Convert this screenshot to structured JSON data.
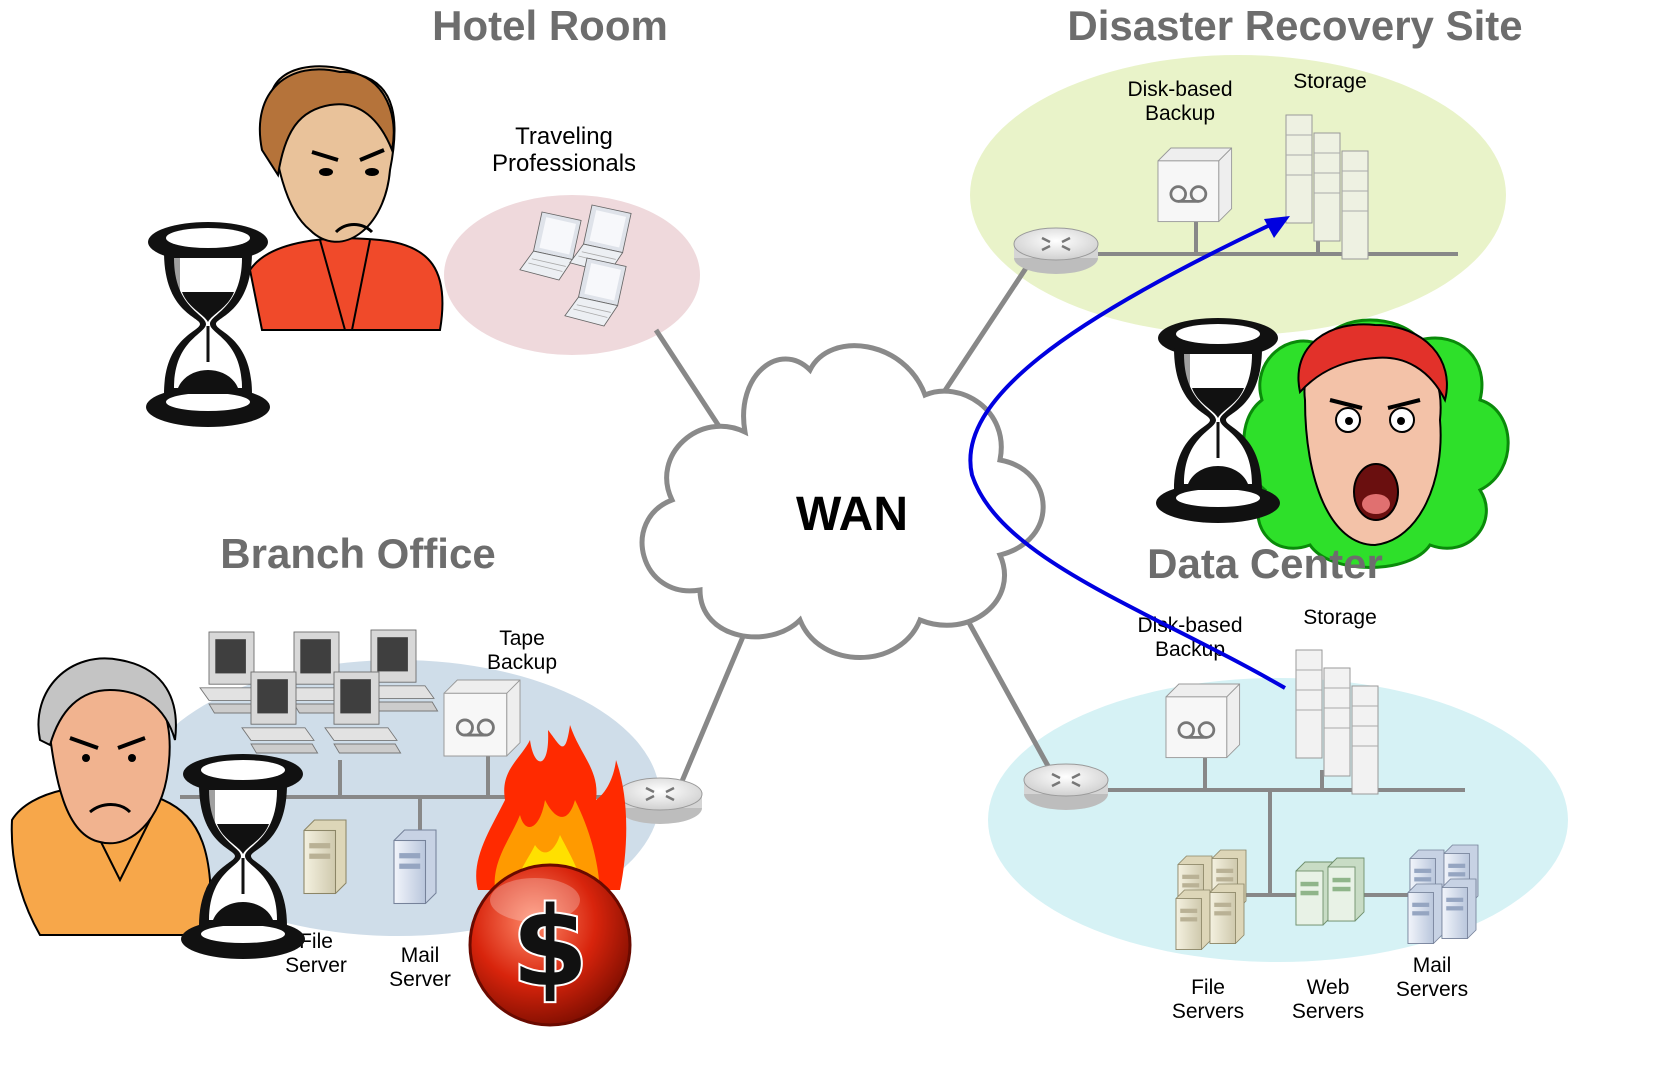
{
  "sites": {
    "hotel": {
      "title": "Hotel Room",
      "traveling": [
        "Traveling",
        "Professionals"
      ]
    },
    "dr": {
      "title": "Disaster Recovery Site",
      "disk_backup": [
        "Disk-based",
        "Backup"
      ],
      "storage": "Storage"
    },
    "branch": {
      "title": "Branch Office",
      "tape_backup": [
        "Tape",
        "Backup"
      ],
      "file_server": [
        "File",
        "Server"
      ],
      "mail_server": [
        "Mail",
        "Server"
      ]
    },
    "dc": {
      "title": "Data Center",
      "disk_backup": [
        "Disk-based",
        "Backup"
      ],
      "storage": "Storage",
      "file_servers": [
        "File",
        "Servers"
      ],
      "web_servers": [
        "Web",
        "Servers"
      ],
      "mail_servers": [
        "Mail",
        "Servers"
      ]
    }
  },
  "wan": {
    "label": "WAN"
  },
  "icons": {
    "dollar": "$",
    "hourglass": "hourglass-icon",
    "router": "router-icon",
    "tape_backup": "tape-backup-icon",
    "storage": "storage-array-icon",
    "server": "server-icon",
    "laptop": "laptop-icon",
    "workstation": "workstation-icon",
    "fire": "fire-icon"
  },
  "colors": {
    "hotel_zone": "#efd9dc",
    "dr_zone": "#e9f3c9",
    "branch_zone": "#cfdde9",
    "dc_zone": "#d6f2f5",
    "replication_arrow": "#0000e0",
    "link": "#888888",
    "title_gray": "#6d6d6d"
  }
}
